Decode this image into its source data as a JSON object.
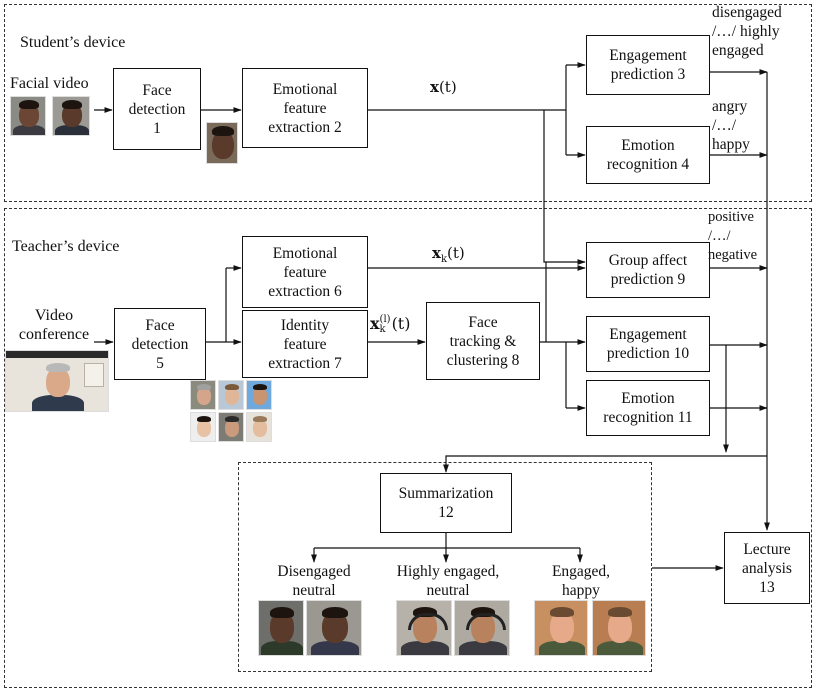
{
  "regions": {
    "student": {
      "label": "Student’s device"
    },
    "teacher": {
      "label": "Teacher’s device"
    }
  },
  "inputs": {
    "facial_video": "Facial video",
    "video_conference": "Video\nconference"
  },
  "boxes": {
    "b1": "Face\ndetection\n1",
    "b2": "Emotional\nfeature\nextraction 2",
    "b3": "Engagement\nprediction 3",
    "b4": "Emotion\nrecognition 4",
    "b5": "Face\ndetection\n5",
    "b6": "Emotional\nfeature\nextraction 6",
    "b7": "Identity\nfeature\nextraction 7",
    "b8": "Face\ntracking &\nclustering 8",
    "b9": "Group affect\nprediction 9",
    "b10": "Engagement\nprediction 10",
    "b11": "Emotion\nrecognition 11",
    "b12": "Summarization\n12",
    "b13": "Lecture\nanalysis\n13"
  },
  "signals": {
    "xt": {
      "symbol": "x",
      "arg": "(t)"
    },
    "xkt": {
      "symbol": "x",
      "sub": "k",
      "arg": "(t)"
    },
    "xklt": {
      "symbol": "x",
      "sub": "k",
      "sup": "(l)",
      "arg": "(t)"
    }
  },
  "outputs": {
    "engagement_range": "disengaged\n/…/ highly\nengaged",
    "emotion_range": "angry\n/…/\nhappy",
    "group_range": "positive\n/…/\nnegative"
  },
  "summary_labels": {
    "s1": "Disengaged\nneutral",
    "s2": "Highly engaged,\nneutral",
    "s3": "Engaged,\nhappy"
  },
  "colors": {
    "line": "#111111",
    "skin_dark": "#5a3a2a",
    "skin_light": "#d9a98a",
    "hair_dark": "#1d1410",
    "hair_grey": "#b8b8b8"
  }
}
